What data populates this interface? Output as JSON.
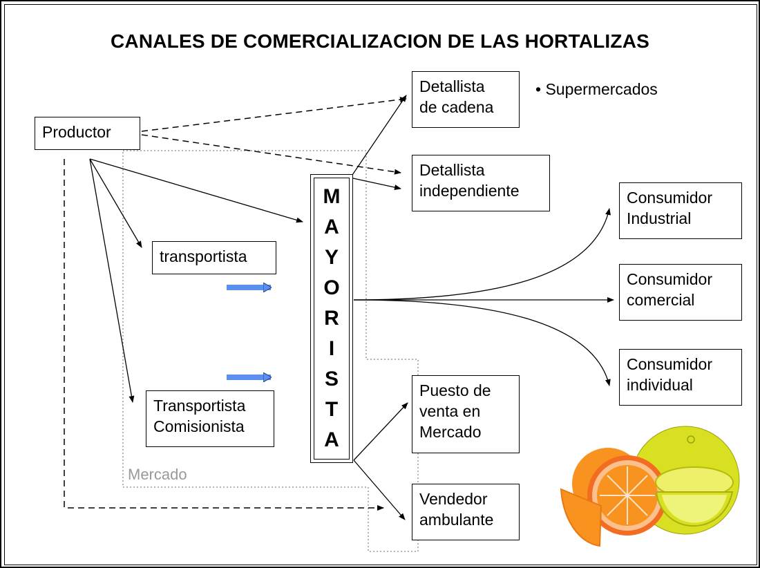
{
  "title": "CANALES DE COMERCIALIZACION DE LAS HORTALIZAS",
  "nodes": {
    "productor": "Productor",
    "detallista_cadena": [
      "Detallista",
      "de cadena"
    ],
    "supermercados": "• Supermercados",
    "detallista_independiente": [
      "Detallista",
      "independiente"
    ],
    "transportista": "transportista",
    "transportista_comisionista": [
      "Transportista",
      "Comisionista"
    ],
    "mayorista_letters": [
      "M",
      "A",
      "Y",
      "O",
      "R",
      "I",
      "S",
      "T",
      "A"
    ],
    "consumidor_industrial": [
      "Consumidor",
      "Industrial"
    ],
    "consumidor_comercial": [
      "Consumidor",
      "comercial"
    ],
    "consumidor_individual": [
      "Consumidor",
      "individual"
    ],
    "puesto_venta": [
      "Puesto de",
      "venta en",
      "Mercado"
    ],
    "vendedor_ambulante": [
      "Vendedor",
      "ambulante"
    ]
  },
  "mercado_label": "Mercado",
  "colors": {
    "flow_arrow": "#5b8ff0",
    "orange": "#f7931e",
    "lemon": "#d9e021",
    "region_border": "#999999"
  },
  "icons": [
    "citrus-fruits-illustration",
    "blue-flow-arrow"
  ]
}
